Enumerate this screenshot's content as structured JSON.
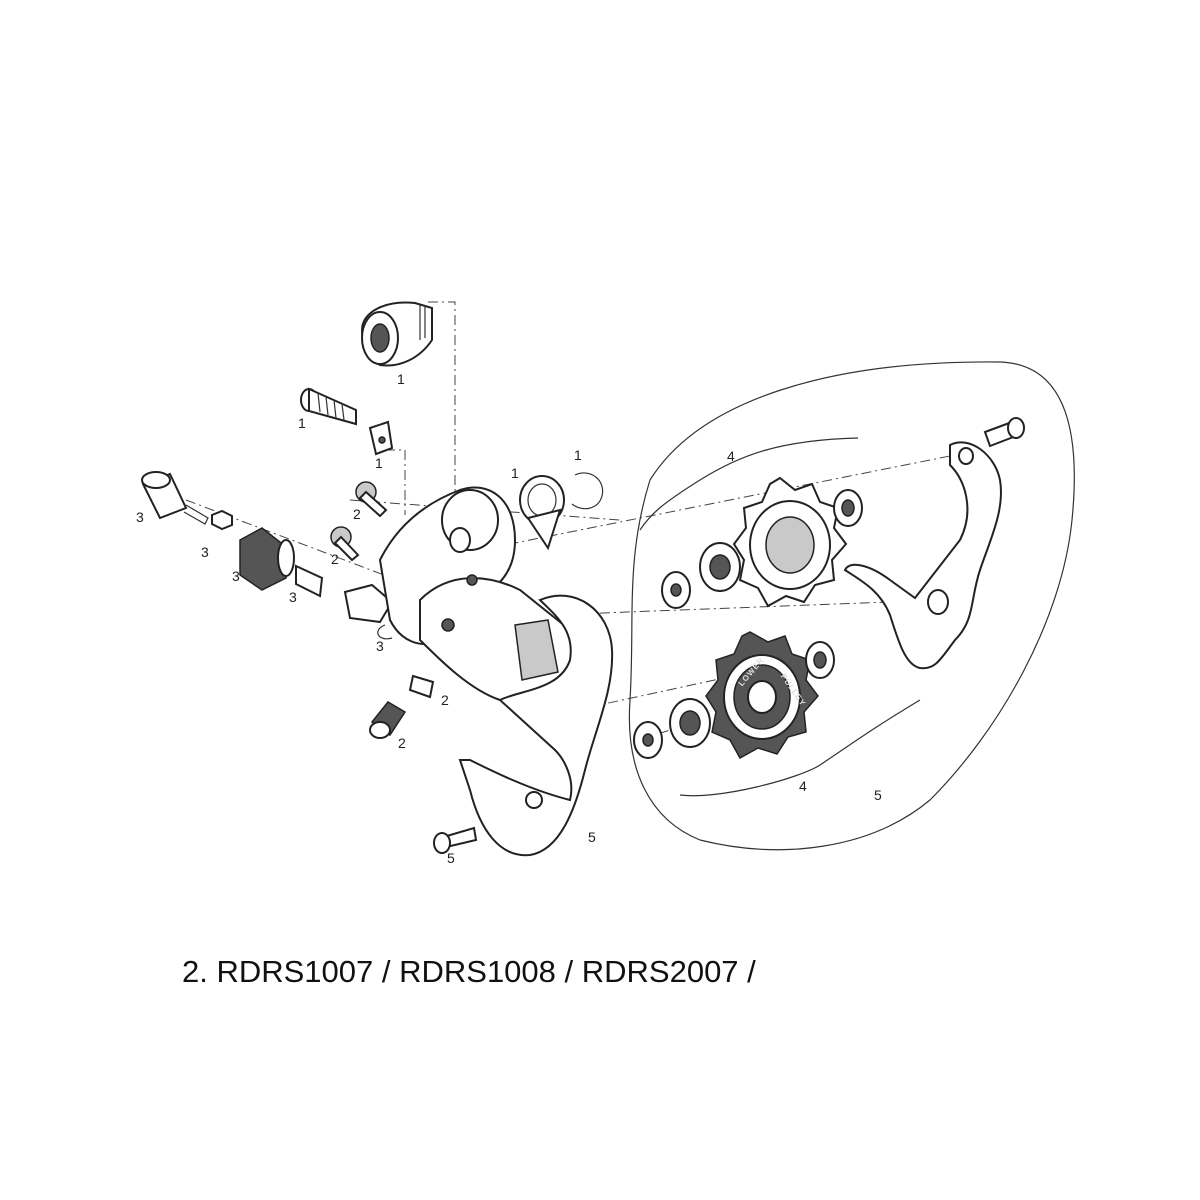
{
  "caption": "2. RDRS1007 / RDRS1008 / RDRS2007 /",
  "callouts": {
    "c1": "1",
    "c2": "1",
    "c3": "1",
    "c4": "1",
    "c5": "1",
    "c6": "2",
    "c7": "2",
    "c8": "2",
    "c9": "2",
    "c10": "3",
    "c11": "3",
    "c12": "3",
    "c13": "3",
    "c14": "3",
    "c15": "4",
    "c16": "4",
    "c17": "5",
    "c18": "5",
    "c19": "5"
  },
  "pulley_label": {
    "word1": "LOWER",
    "word2": "PULLEY"
  }
}
